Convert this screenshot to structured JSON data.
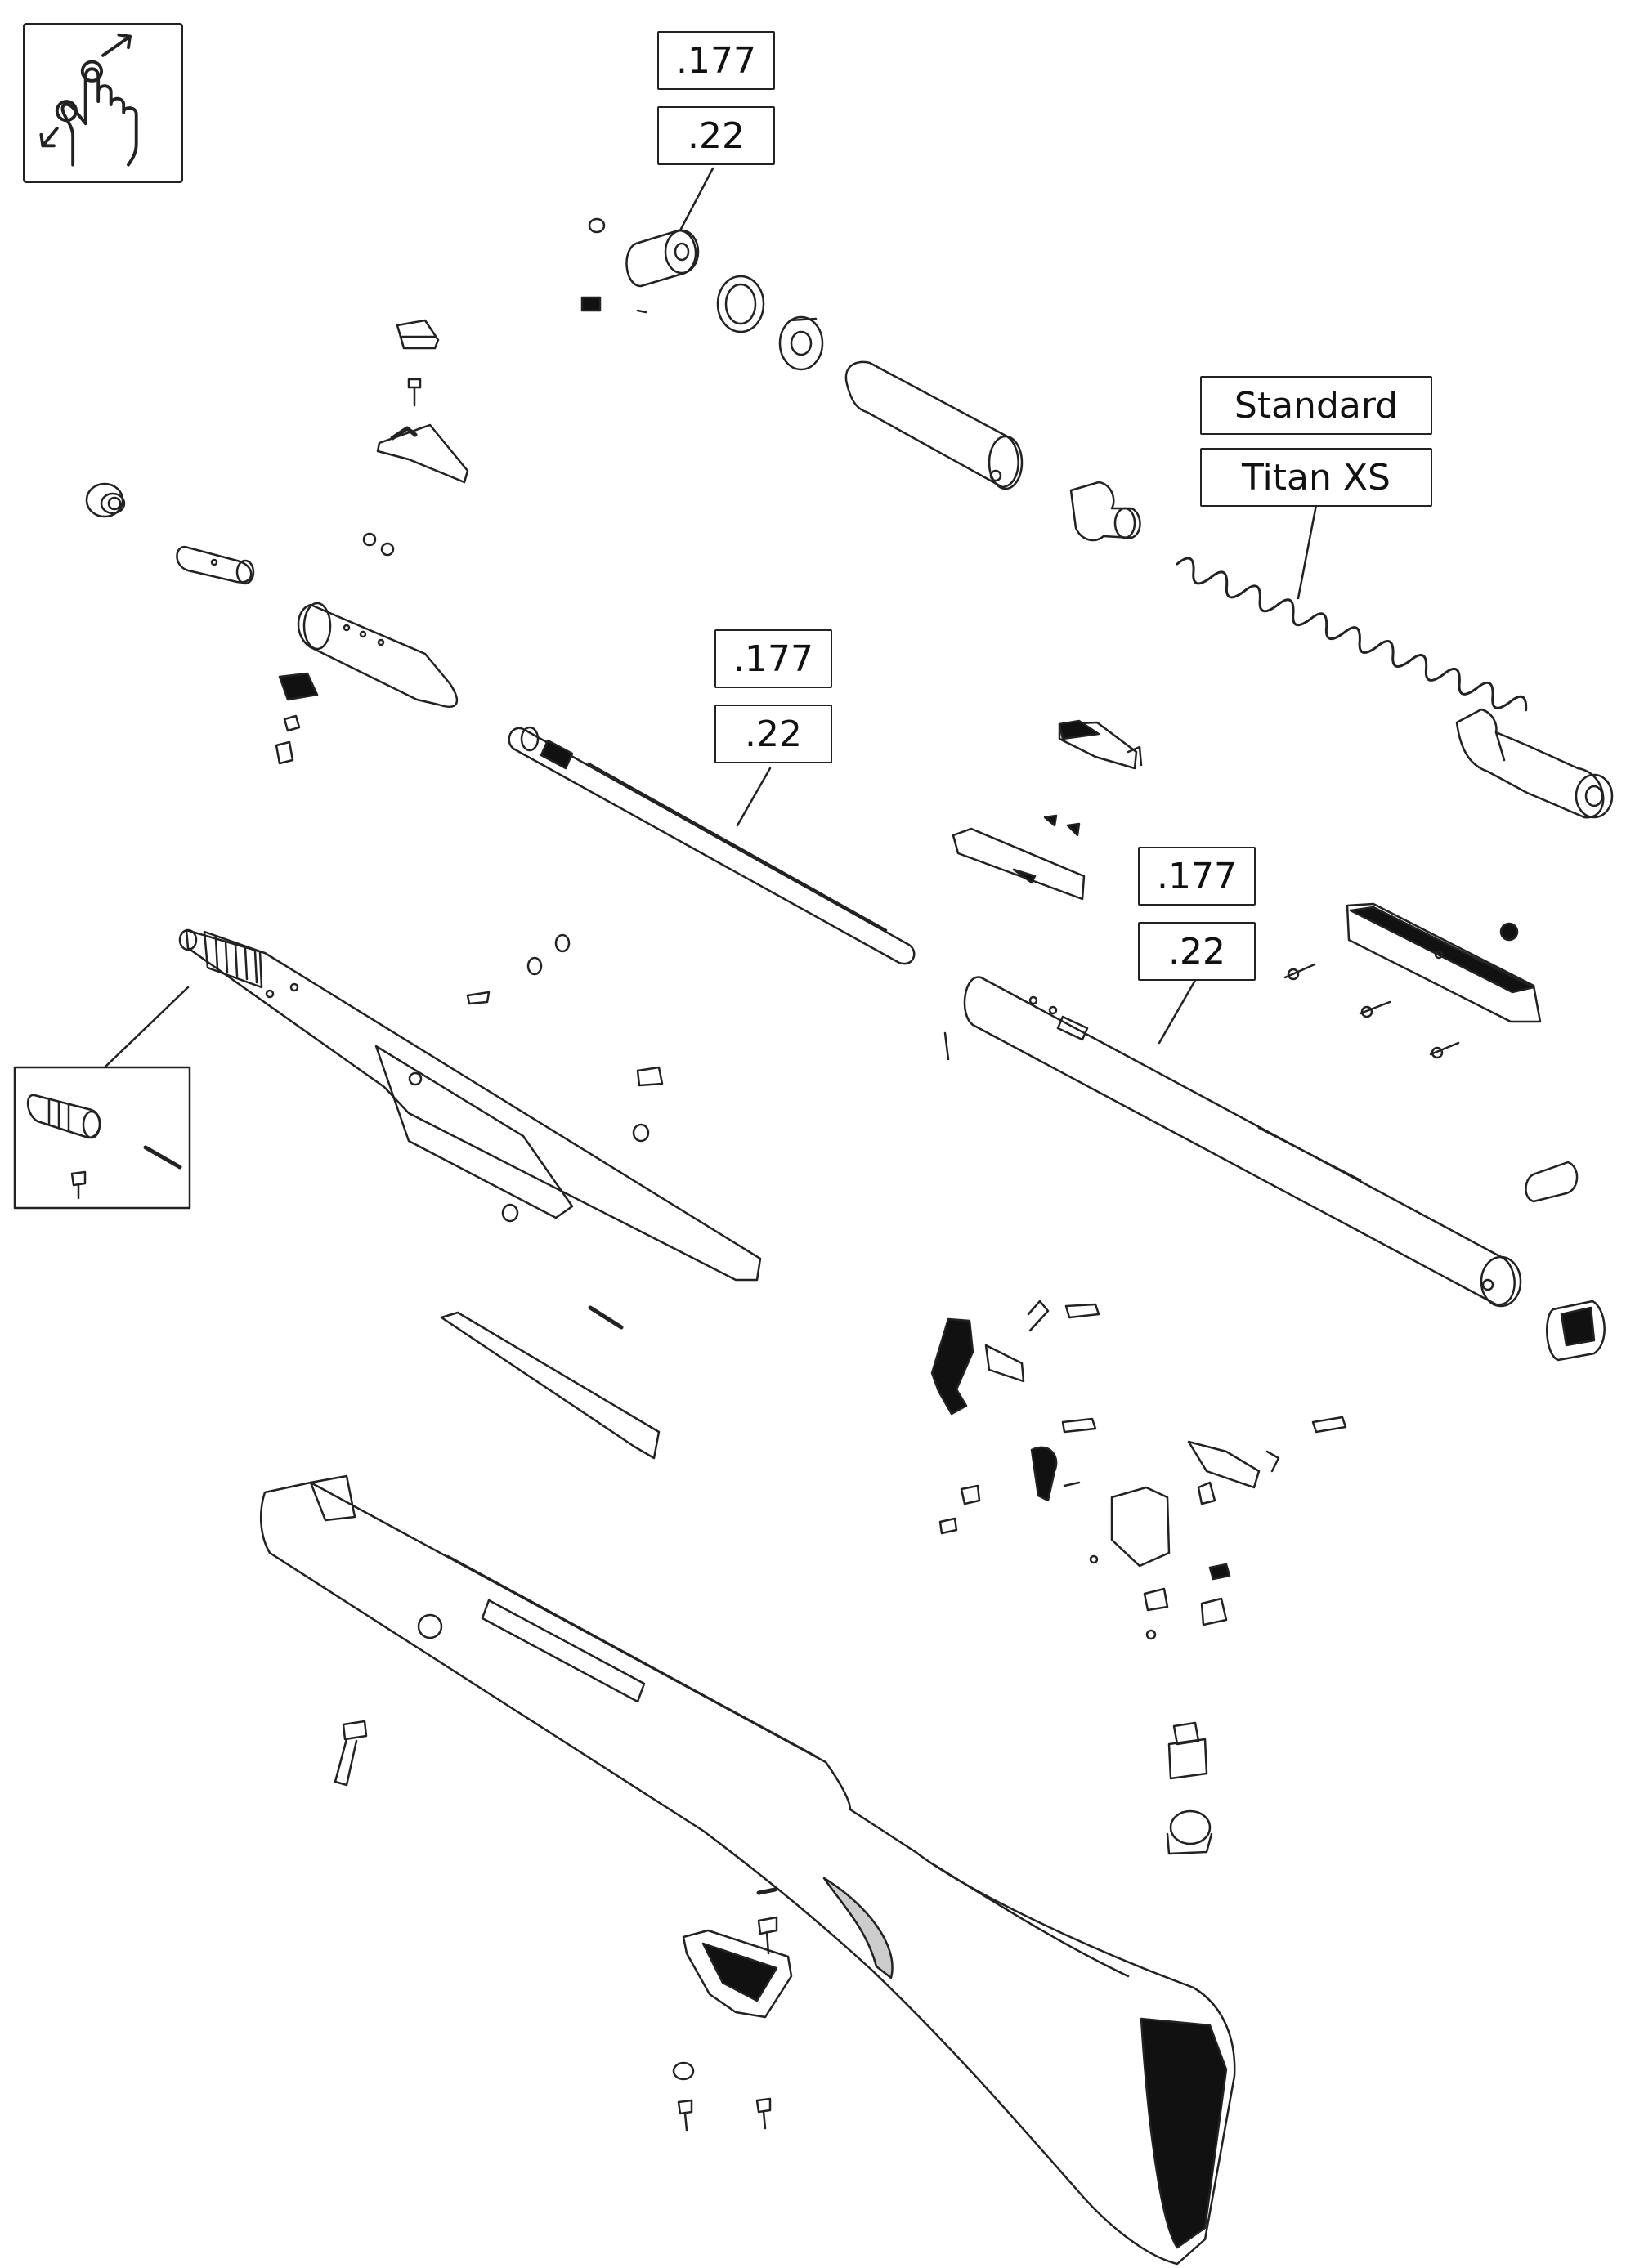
{
  "labels": {
    "spring_chamber_group": {
      "caliber_a": ".177",
      "caliber_b": ".22"
    },
    "barrel_group": {
      "caliber_a": ".177",
      "caliber_b": ".22"
    },
    "compression_tube_group": {
      "caliber_a": ".177",
      "caliber_b": ".22"
    },
    "mainspring_group": {
      "option_a": "Standard",
      "option_b": "Titan XS"
    }
  },
  "icons": {
    "gesture": "pinch-zoom-icon"
  },
  "colors": {
    "line": "#222222",
    "background": "#ffffff",
    "part_dark": "#111111"
  }
}
